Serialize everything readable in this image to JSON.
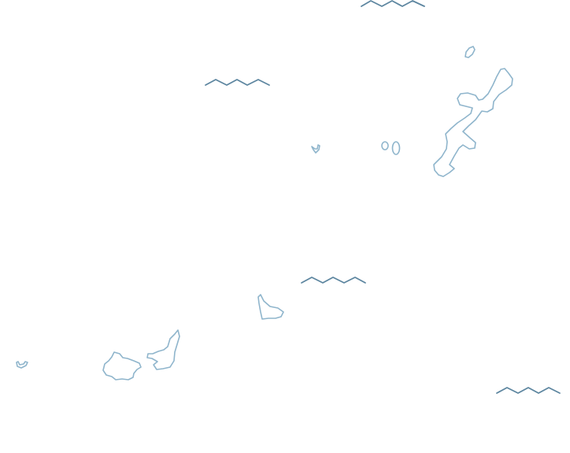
{
  "map": {
    "style": "outline island map",
    "colors": {
      "background": "#ffffff",
      "coastline": "#8fb5cc",
      "wave": "#5d86a0"
    },
    "islands": [
      "okinawa-main-island",
      "iheya-island",
      "kerama-islet",
      "daito-islets-pair",
      "miyako-island",
      "ishigaki-island",
      "iriomote-island",
      "yonaguni-island"
    ],
    "wave_icons": [
      "wave-icon",
      "wave-icon",
      "wave-icon",
      "wave-icon"
    ]
  }
}
